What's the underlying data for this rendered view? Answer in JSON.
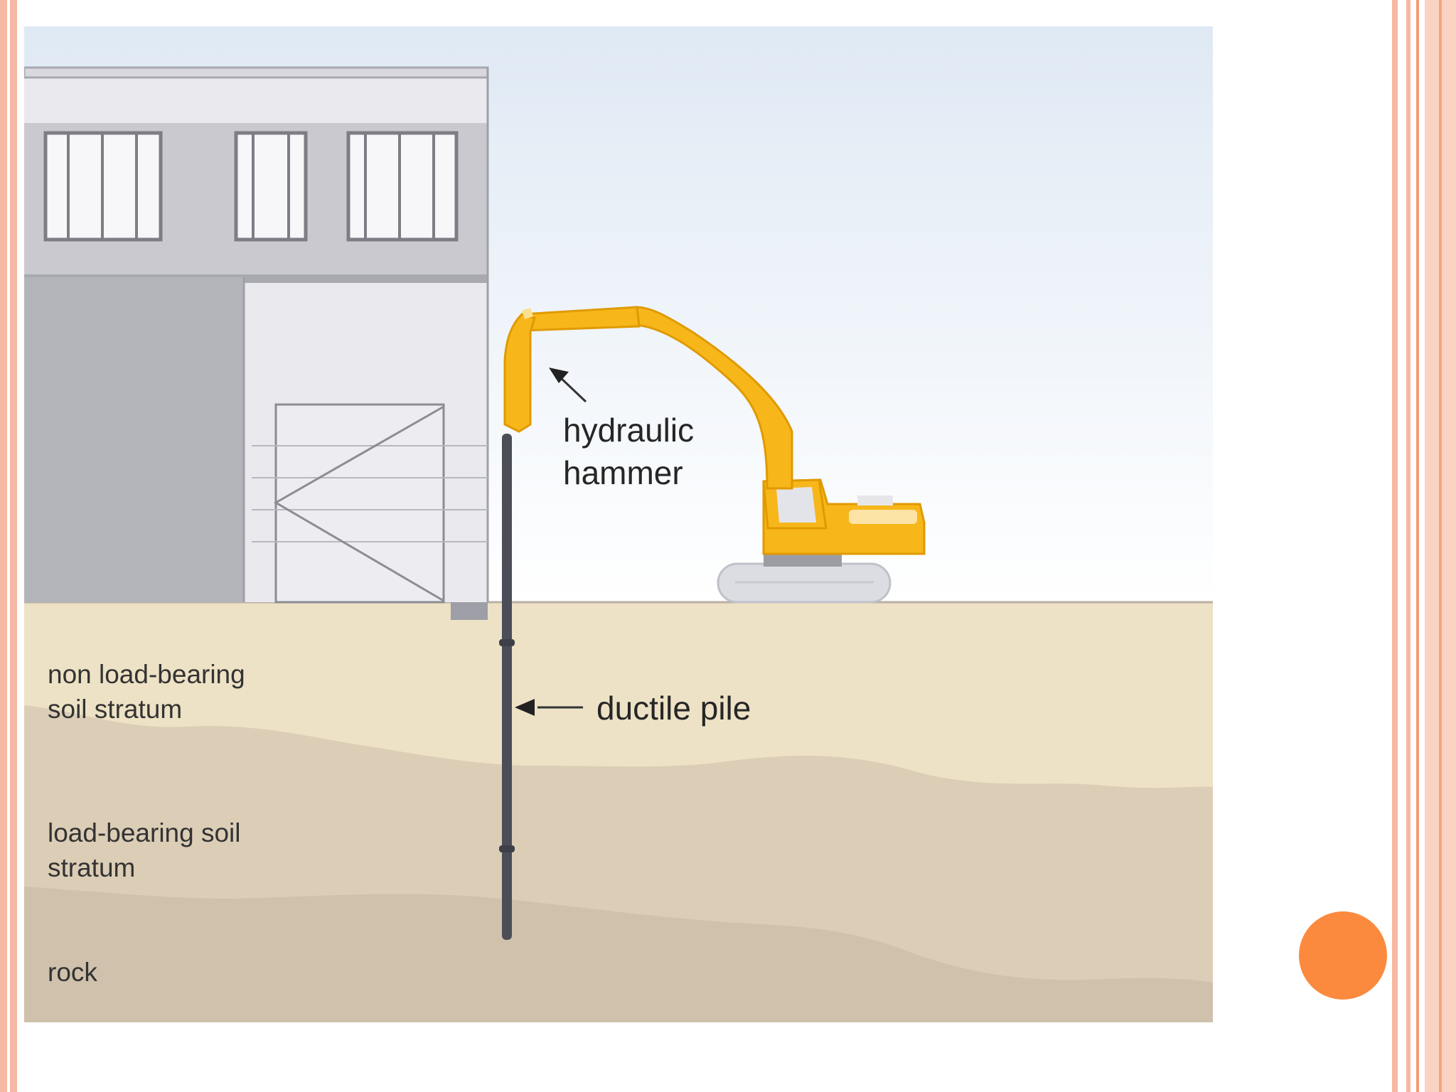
{
  "diagram": {
    "labels": {
      "hydraulic_hammer_line1": "hydraulic",
      "hydraulic_hammer_line2": "hammer",
      "ductile_pile": "ductile pile",
      "non_load_bearing_line1": "non load-bearing",
      "non_load_bearing_line2": "soil stratum",
      "load_bearing_line1": "load-bearing soil",
      "load_bearing_line2": "stratum",
      "rock": "rock"
    },
    "colors": {
      "sky_top": "#dfe9f4",
      "sky_bottom": "#ffffff",
      "non_load_bearing_soil": "#ede2c5",
      "load_bearing_soil": "#dcceb6",
      "rock": "#cfc1ac",
      "excavator": "#f7b71a",
      "pile": "#4b4d57",
      "building_light": "#e9e9ee",
      "building_dark": "#b4b4bb"
    }
  },
  "slide": {
    "accent_color": "#fb8a3e",
    "border_color": "#f6b9a3"
  }
}
